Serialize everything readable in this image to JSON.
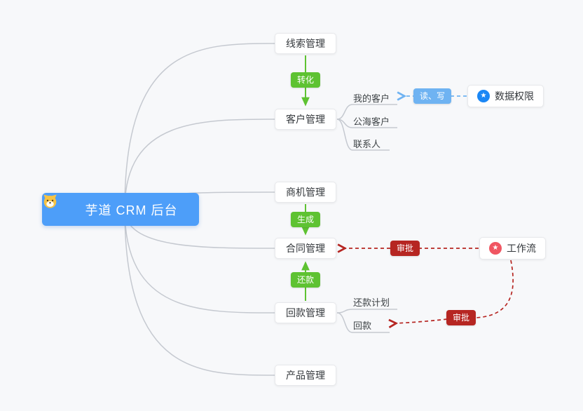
{
  "root": {
    "label": "芋道 CRM 后台"
  },
  "nodes": {
    "lead": {
      "label": "线索管理"
    },
    "customer": {
      "label": "客户管理"
    },
    "business": {
      "label": "商机管理"
    },
    "contract": {
      "label": "合同管理"
    },
    "receivable": {
      "label": "回款管理"
    },
    "product": {
      "label": "产品管理"
    },
    "data_permission": {
      "label": "数据权限"
    },
    "workflow": {
      "label": "工作流"
    }
  },
  "subnodes": {
    "my_customers": {
      "label": "我的客户"
    },
    "public_customers": {
      "label": "公海客户"
    },
    "contacts": {
      "label": "联系人"
    },
    "repayment_plan": {
      "label": "还款计划"
    },
    "repayment": {
      "label": "回款"
    }
  },
  "badges": {
    "convert": {
      "label": "转化"
    },
    "generate": {
      "label": "生成"
    },
    "repay": {
      "label": "还款"
    },
    "read_write": {
      "label": "读、写"
    },
    "approve_contract": {
      "label": "审批"
    },
    "approve_receivable": {
      "label": "审批"
    }
  },
  "icons": {
    "star": "★"
  },
  "colors": {
    "root_bg": "#4d9ef9",
    "green": "#5ec232",
    "blue": "#6fb3f2",
    "red": "#b62622",
    "line": "#c5c9d0",
    "star_blue": "#1b87f5",
    "star_pink": "#f05662"
  }
}
